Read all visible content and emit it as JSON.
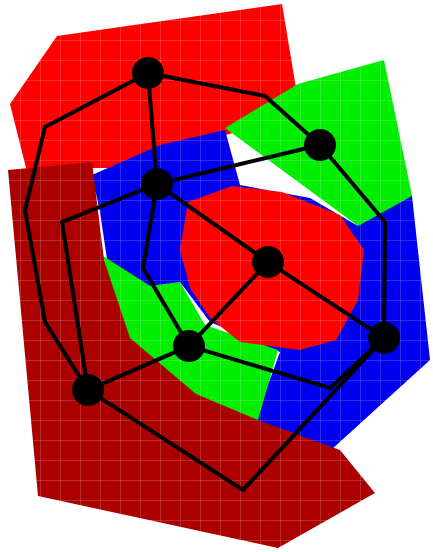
{
  "game": {
    "colors": {
      "region_red": "#ff0000",
      "region_dark_red": "#aa0000",
      "region_blue": "#0000ee",
      "region_green": "#00ee00",
      "grid_line": "#ffffff",
      "edge": "#000000",
      "node": "#000000"
    },
    "grid": "on",
    "nodes": [
      {
        "id": "n1"
      },
      {
        "id": "n2"
      },
      {
        "id": "n3"
      },
      {
        "id": "n4"
      },
      {
        "id": "n5"
      },
      {
        "id": "n6"
      },
      {
        "id": "n7"
      },
      {
        "id": "n8"
      }
    ]
  }
}
